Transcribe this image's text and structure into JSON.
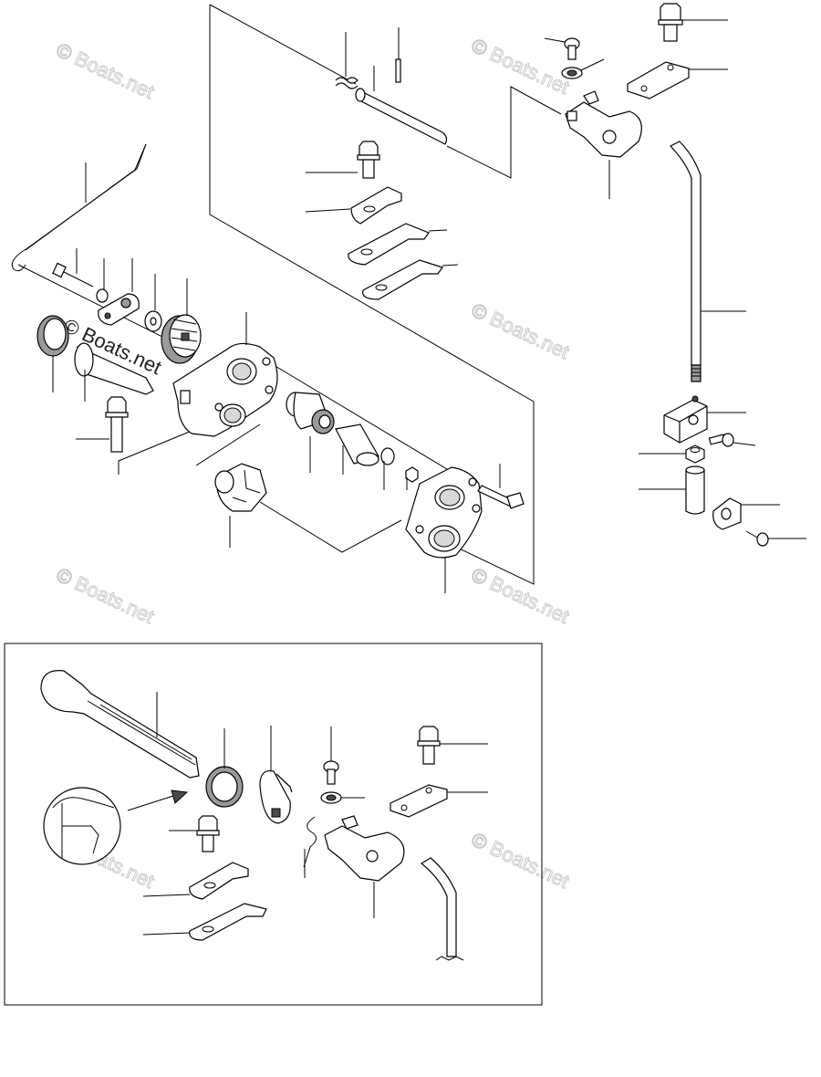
{
  "watermarks": [
    {
      "text": "© Boats.net"
    },
    {
      "text": "© Boats.net"
    },
    {
      "text": "© Boats.net"
    },
    {
      "text": "© Boats.net"
    },
    {
      "text": "© Boats.net"
    },
    {
      "text": "© Boats.net"
    },
    {
      "text": "© Boats.net"
    }
  ],
  "overlay_watermark": "© Boats.net"
}
